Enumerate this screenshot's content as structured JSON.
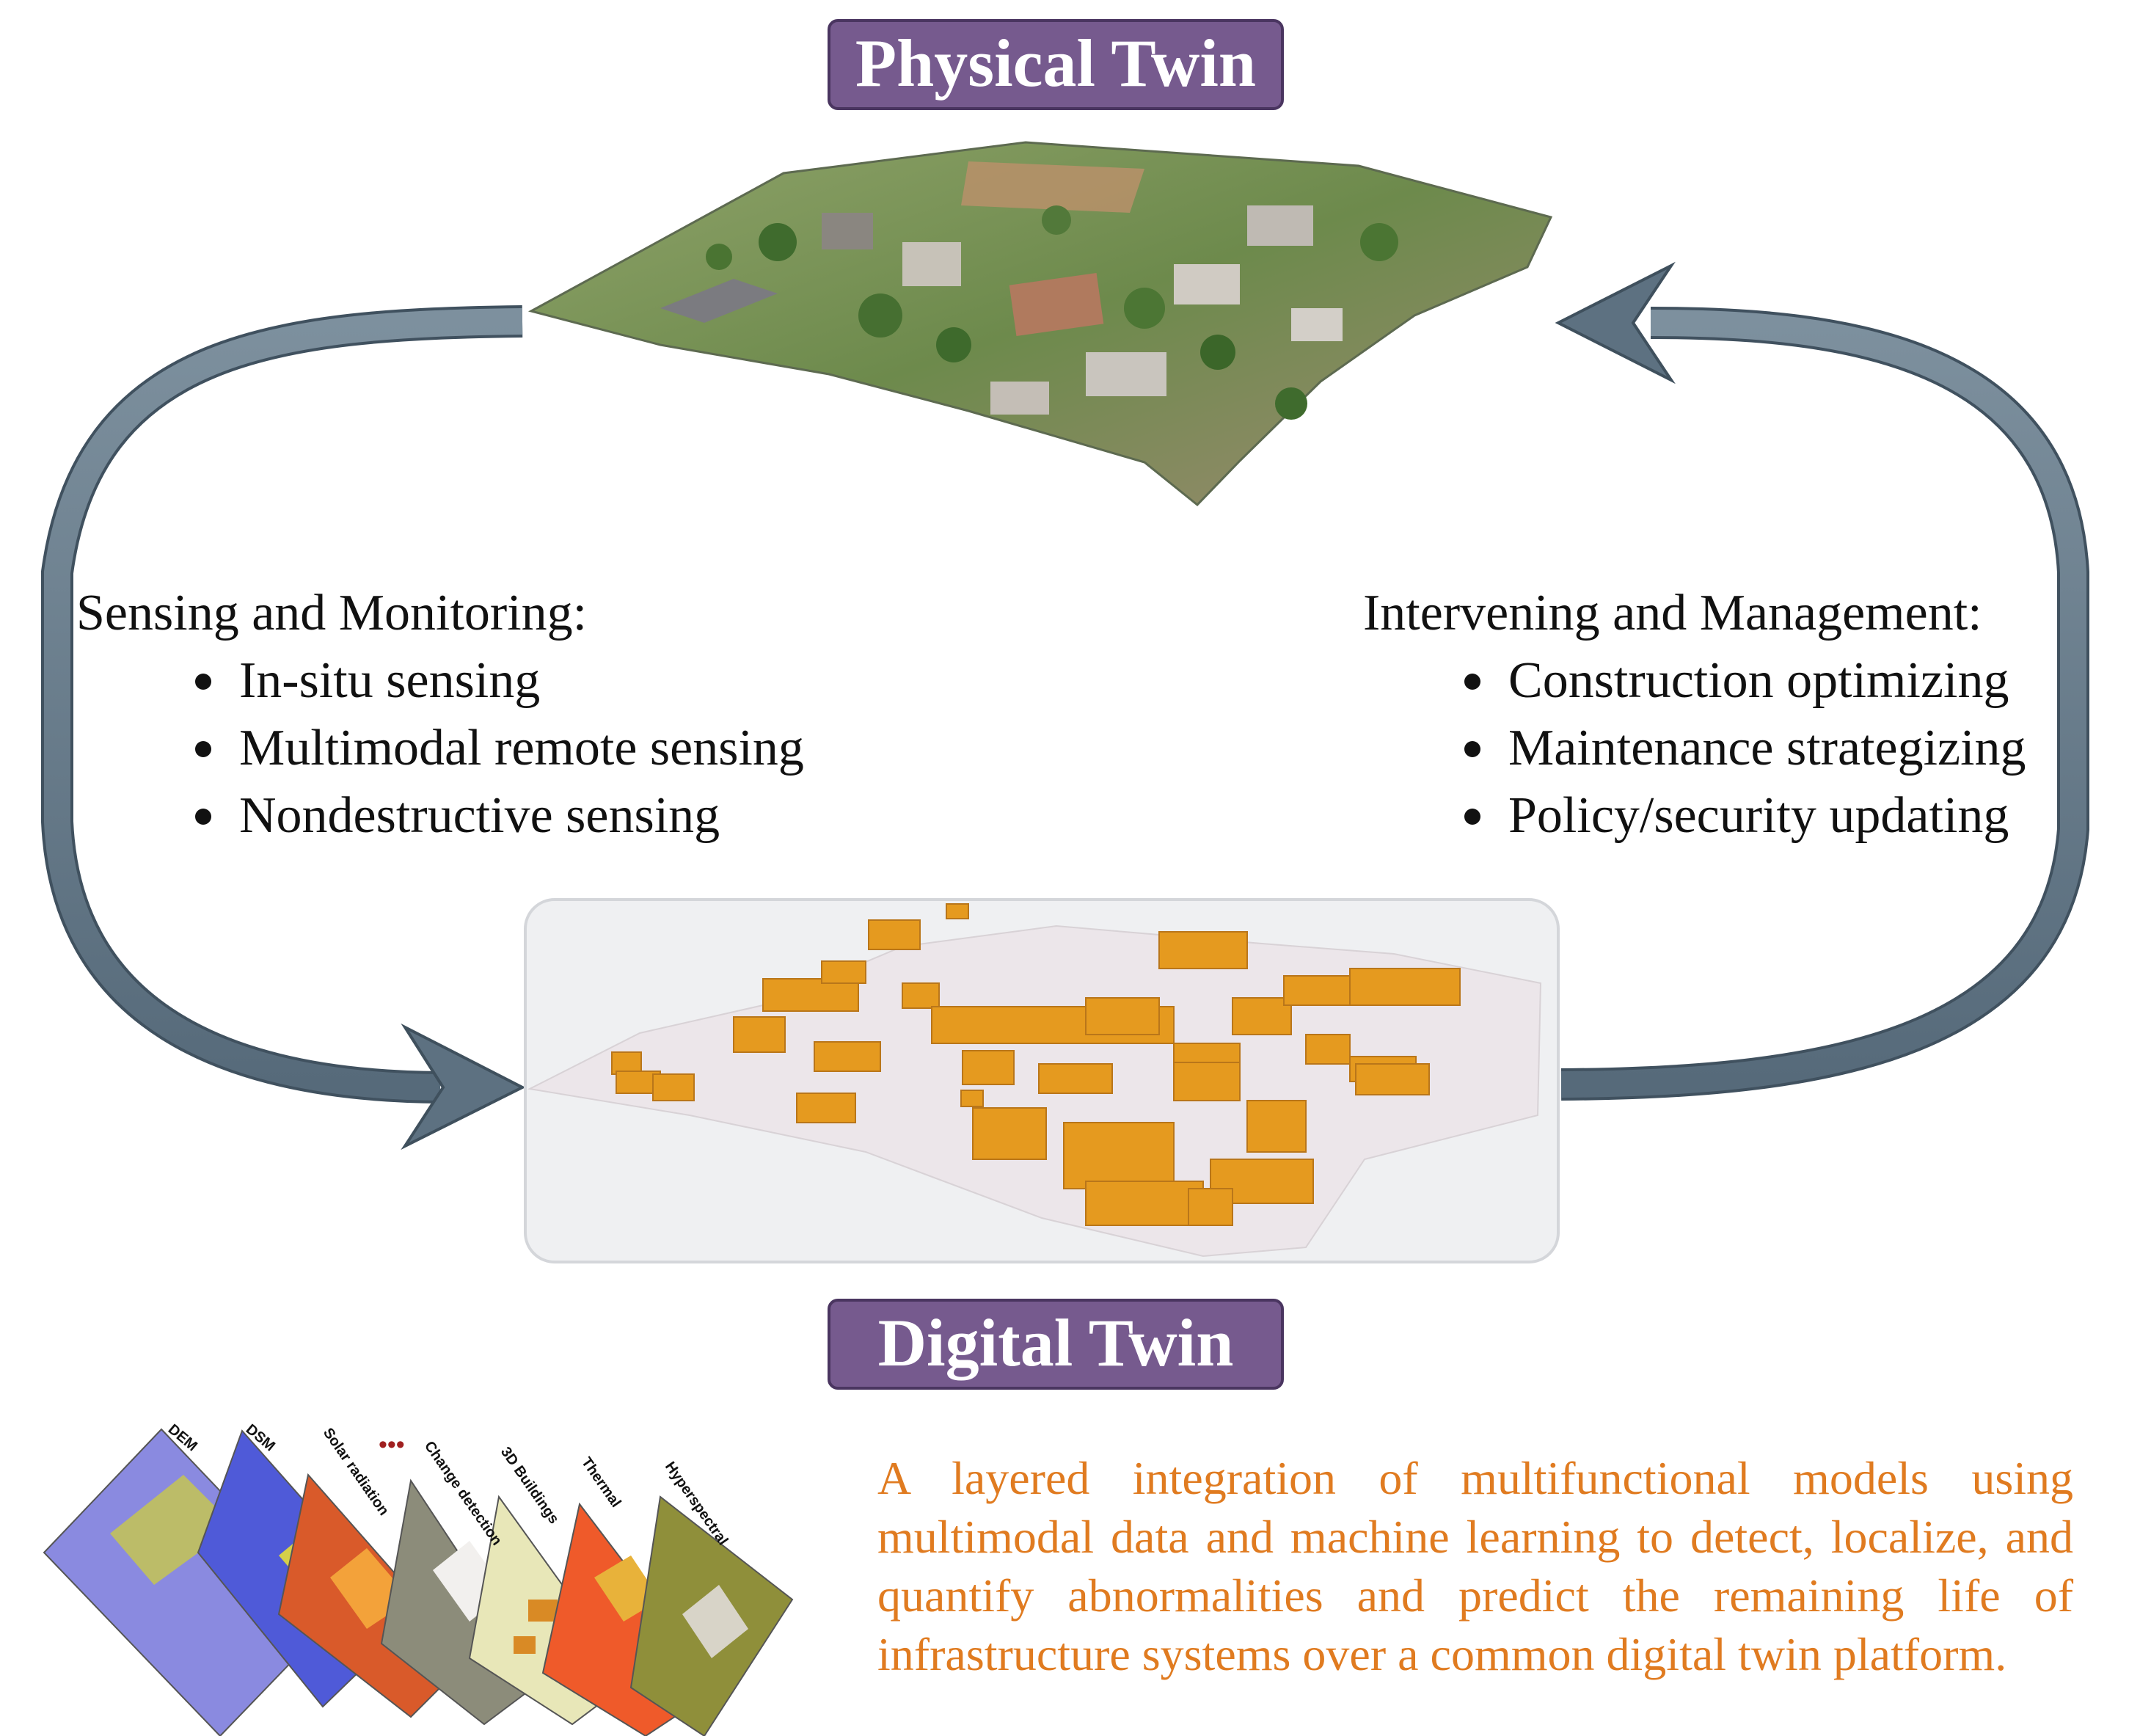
{
  "physical_twin": {
    "title": "Physical Twin"
  },
  "digital_twin": {
    "title": "Digital Twin"
  },
  "sensing": {
    "heading": "Sensing and Monitoring:",
    "items": [
      "In-situ sensing",
      "Multimodal remote sensing",
      "Nondestructive sensing"
    ]
  },
  "intervening": {
    "heading": "Intervening and Management:",
    "items": [
      "Construction optimizing",
      "Maintenance strategizing",
      "Policy/security updating"
    ]
  },
  "layers": {
    "labels": [
      "DEM",
      "DSM",
      "Solar radiation",
      "Change detection",
      "3D Buildings",
      "Thermal",
      "Hyperspectral"
    ],
    "ellipsis": "•••"
  },
  "caption": "A layered integration of multifunctional models using multimodal data and machine learning to detect, localize, and quantify abnormalities and predict the remaining life of infrastructure systems over a common digital twin platform.",
  "colors": {
    "title_box": "#765a8e",
    "arrow": "#6b7f8f",
    "building": "#e59a1f",
    "caption": "#e07b20"
  }
}
